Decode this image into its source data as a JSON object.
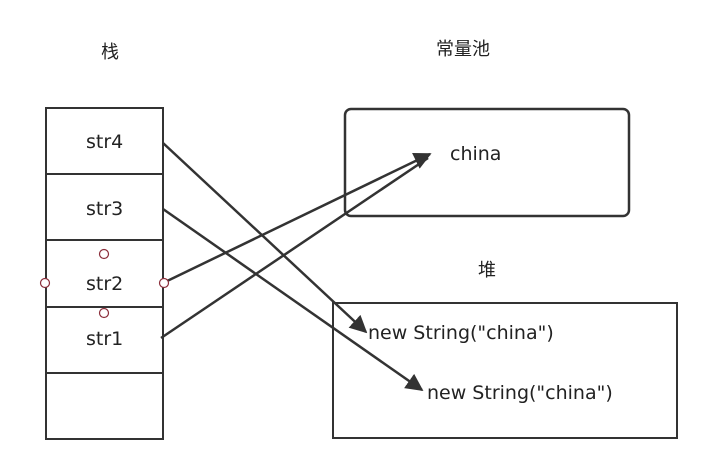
{
  "stack": {
    "title": "栈",
    "slots": [
      "str4",
      "str3",
      "str2",
      "str1",
      ""
    ]
  },
  "constant_pool": {
    "title": "常量池",
    "value": "china"
  },
  "heap": {
    "title": "堆",
    "objects": [
      "new String(\"china\")",
      "new String(\"china\")"
    ]
  },
  "references": [
    {
      "from": "str4",
      "to": "heap.objects.0"
    },
    {
      "from": "str3",
      "to": "heap.objects.1"
    },
    {
      "from": "str2",
      "to": "constant_pool.value"
    },
    {
      "from": "str1",
      "to": "constant_pool.value"
    }
  ],
  "colors": {
    "stroke": "#333333",
    "handle": "#8b2e3b"
  }
}
